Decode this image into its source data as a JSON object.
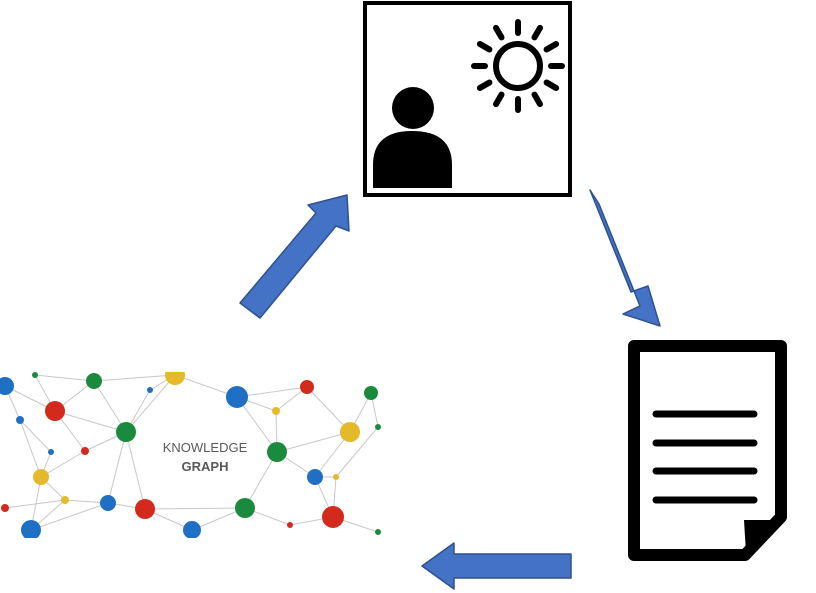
{
  "colors": {
    "arrow_fill": "#4472c4",
    "arrow_stroke": "#2f528f",
    "icon_black": "#000000",
    "kg_blue": "#1f6fc5",
    "kg_red": "#d22b1e",
    "kg_green": "#1a8a3c",
    "kg_yellow": "#e4b92a",
    "kg_edge": "#c8c8c8",
    "kg_text": "#595959"
  },
  "nodes": {
    "person_sun": {
      "icons": [
        "person-icon",
        "sun-icon"
      ]
    },
    "document": {
      "icons": [
        "document-icon"
      ]
    },
    "knowledge_graph": {
      "title_line1": "KNOWLEDGE",
      "title_line2": "GRAPH"
    }
  },
  "arrows": [
    {
      "name": "arrow-person-to-document",
      "direction": "down-right"
    },
    {
      "name": "arrow-document-to-graph",
      "direction": "left"
    },
    {
      "name": "arrow-graph-to-person",
      "direction": "up-right"
    }
  ]
}
